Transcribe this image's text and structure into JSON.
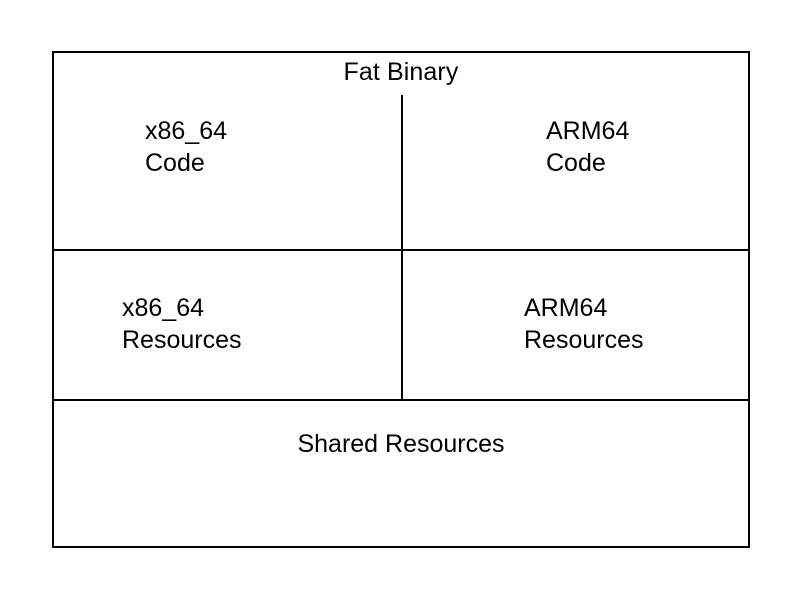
{
  "diagram": {
    "title": "Fat Binary",
    "background_color": "#ffffff",
    "line_color": "#000000",
    "text_color": "#000000",
    "rows": [
      {
        "name": "code-row",
        "cells": [
          {
            "name": "x86-64-code",
            "line1": "x86_64",
            "line2": "Code"
          },
          {
            "name": "arm64-code",
            "line1": "ARM64",
            "line2": "Code"
          }
        ]
      },
      {
        "name": "resources-row",
        "cells": [
          {
            "name": "x86-64-resources",
            "line1": "x86_64",
            "line2": "Resources"
          },
          {
            "name": "arm64-resources",
            "line1": "ARM64",
            "line2": "Resources"
          }
        ]
      },
      {
        "name": "shared-row",
        "cells": [
          {
            "name": "shared-resources",
            "line1": "Shared Resources",
            "line2": ""
          }
        ]
      }
    ],
    "labels": {
      "x86_64_code": "x86_64\nCode",
      "arm64_code": "ARM64\nCode",
      "x86_64_resources": "x86_64\nResources",
      "arm64_resources": "ARM64\nResources",
      "shared_resources": "Shared Resources"
    }
  }
}
